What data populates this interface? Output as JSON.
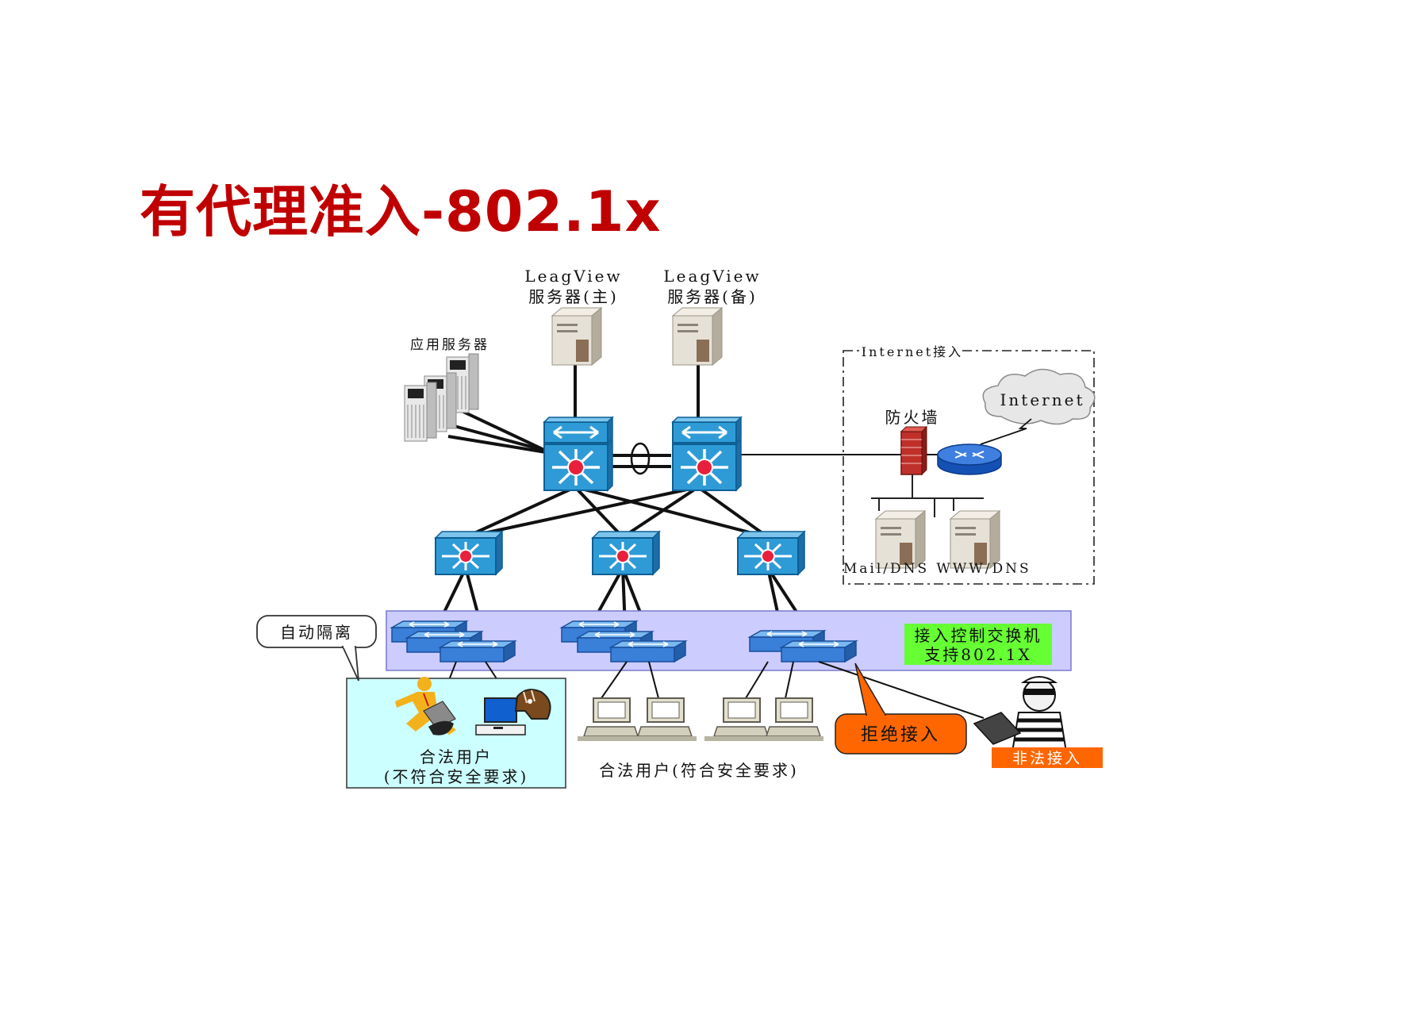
{
  "slide": {
    "title": "有代理准入-802.1x"
  },
  "diagram": {
    "servers": {
      "primary_label_line1": "LeagView",
      "primary_label_line2": "服务器(主)",
      "backup_label_line1": "LeagView",
      "backup_label_line2": "服务器(备)",
      "app_servers_label": "应用服务器"
    },
    "internet_zone": {
      "zone_label": "Internet接入",
      "cloud_label": "Internet",
      "firewall_label": "防火墙",
      "mail_dns_label": "Mail/DNS",
      "www_dns_label": "WWW/DNS"
    },
    "access_layer": {
      "switch_label_line1": "接入控制交换机",
      "switch_label_line2": "支持802.1X"
    },
    "callouts": {
      "auto_isolate": "自动隔离",
      "reject_access": "拒绝接入",
      "illegal_access": "非法接入"
    },
    "users": {
      "noncompliant_line1": "合法用户",
      "noncompliant_line2": "(不符合安全要求)",
      "compliant": "合法用户(符合安全要求)"
    }
  },
  "colors": {
    "title": "#c00000",
    "switch": "#1a86c8",
    "access_band": "#ccccff",
    "quarantine_box": "#ccffff",
    "switch_label_bg": "#66ff33",
    "reject_callout": "#ff6600",
    "illegal_label_bg": "#ff6600"
  }
}
